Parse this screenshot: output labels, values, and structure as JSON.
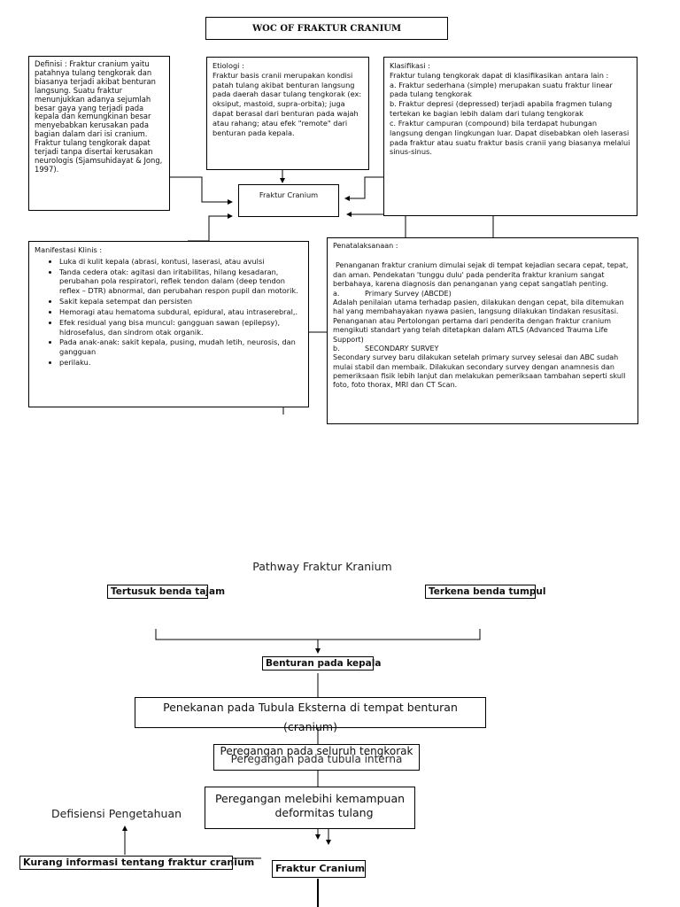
{
  "woc": {
    "title": "WOC OF FRAKTUR CRANIUM",
    "definisi": {
      "text": "Definisi : Fraktur cranium yaitu patahnya tulang tengkorak dan biasanya terjadi akibat benturan langsung. Suatu fraktur menunjukkan adanya sejumlah besar gaya yang terjadi pada kepala dan kemungkinan besar menyebabkan kerusakan pada bagian dalam dari isi cranium. Fraktur tulang tengkorak dapat terjadi tanpa disertai kerusakan neurologis (Sjamsuhidayat & Jong, 1997)."
    },
    "etiologi": {
      "heading": "Etiologi :",
      "text": "Fraktur basis cranii merupakan kondisi patah tulang akibat benturan langsung pada daerah dasar tulang tengkorak (ex: oksiput, mastoid, supra-orbita); juga dapat berasal dari benturan pada wajah atau rahang; atau efek \"remote\" dari benturan pada kepala."
    },
    "klasifikasi": {
      "heading": "Klasifikasi :",
      "lines": [
        "Fraktur tulang tengkorak dapat di klasifikasikan antara lain :",
        "a. Fraktur sederhana (simple) merupakan suatu fraktur linear pada tulang tengkorak",
        "b. Fraktur depresi (depressed) terjadi apabila fragmen tulang tertekan ke bagian lebih dalam dari tulang tengkorak",
        "c. Fraktur campuran (compound) bila terdapat hubungan langsung dengan lingkungan luar. Dapat disebabkan oleh laserasi pada fraktur atau suatu fraktur basis cranii yang biasanya melalui sinus-sinus."
      ]
    },
    "center": {
      "label": "Fraktur Cranium"
    },
    "manifestasi": {
      "heading": "Manifestasi Klinis :",
      "items": [
        "Luka di kulit kepala (abrasi, kontusi, laserasi, atau avulsi",
        "Tanda cedera otak: agitasi dan iritabilitas, hilang kesadaran, perubahan pola respiratori, reflek tendon dalam (deep tendon reflex – DTR) abnormal, dan perubahan respon pupil dan motorik.",
        "Sakit kepala setempat dan persisten",
        "Hemoragi atau hematoma subdural, epidural, atau intraserebral,.",
        "Efek residual yang bisa muncul: gangguan sawan (epilepsy), hidrosefalus, dan sindrom otak organik.",
        "Pada anak-anak: sakit kepala, pusing, mudah letih, neurosis, dan gangguan",
        "perilaku."
      ]
    },
    "penatalaksanaan": {
      "heading": "Penatalaksanaan :",
      "intro": "Penanganan fraktur cranium dimulai sejak di tempat kejadian secara cepat, tepat, dan aman. Pendekatan 'tunggu dulu' pada penderita fraktur kranium sangat berbahaya, karena diagnosis dan penanganan yang cepat sangatlah penting.",
      "a_label": "a.",
      "a_title": "Primary Survey (ABCDE)",
      "a_text": "Adalah penilaian utama terhadap pasien, dilakukan dengan cepat, bila ditemukan hal yang membahayakan nyawa pasien, langsung dilakukan tindakan resusitasi. Penanganan atau Pertolongan pertama dari penderita dengan fraktur cranium mengikuti standart yang telah ditetapkan dalam ATLS (Advanced Trauma Life Support)",
      "b_label": "b.",
      "b_title": "SECONDARY SURVEY",
      "b_text": "Secondary survey baru dilakukan setelah primary survey selesai dan ABC sudah mulai stabil dan membaik. Dilakukan secondary survey dengan anamnesis dan pemeriksaan fisik lebih lanjut dan melakukan pemeriksaan tambahan seperti skull foto, foto thorax, MRI dan CT Scan."
    }
  },
  "pathway": {
    "title": "Pathway Fraktur Kranium",
    "cause_left": "Tertusuk benda tajam",
    "cause_right": "Terkena benda tumpul",
    "benturan": "Benturan pada kepala",
    "penekanan": "Penekanan pada Tubula Eksterna di tempat benturan (cranium)",
    "peregangan_seluruh": "Peregangan pada seluruh tengkorak",
    "peregangan_interna": "Peregangan pada tubula interna",
    "peregangan_melebihi_1": "Peregangan melebihi kemampuan",
    "peregangan_melebihi_2": "deformitas tulang",
    "defisiensi": "Defisiensi Pengetahuan",
    "kurang_informasi": "Kurang informasi tentang fraktur cranium",
    "fraktur": "Fraktur Cranium"
  }
}
